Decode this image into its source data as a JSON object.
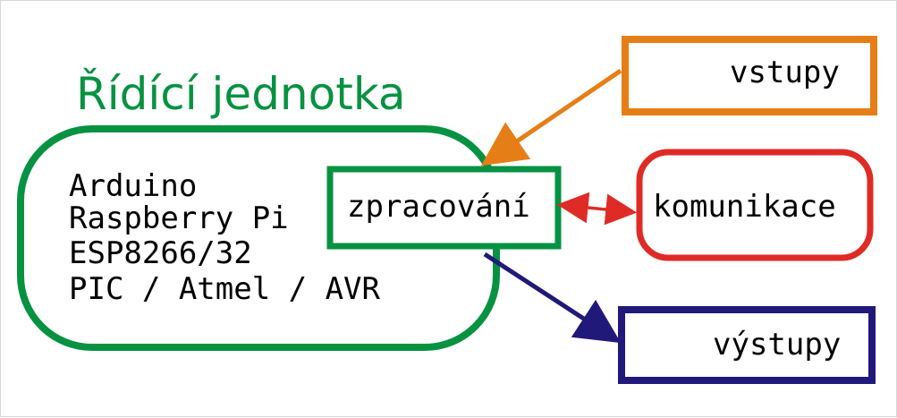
{
  "title": "Řídící jednotka",
  "controller": {
    "platforms": [
      "Arduino",
      "Raspberry Pi",
      "ESP8266/32",
      "PIC / Atmel / AVR"
    ]
  },
  "nodes": {
    "processing": "zpracování",
    "inputs": "vstupy",
    "communication": "komunikace",
    "outputs": "výstupy"
  },
  "colors": {
    "controller": "#079241",
    "inputs": "#e67e17",
    "communication": "#df2b26",
    "outputs": "#21197a",
    "text": "#000000"
  }
}
